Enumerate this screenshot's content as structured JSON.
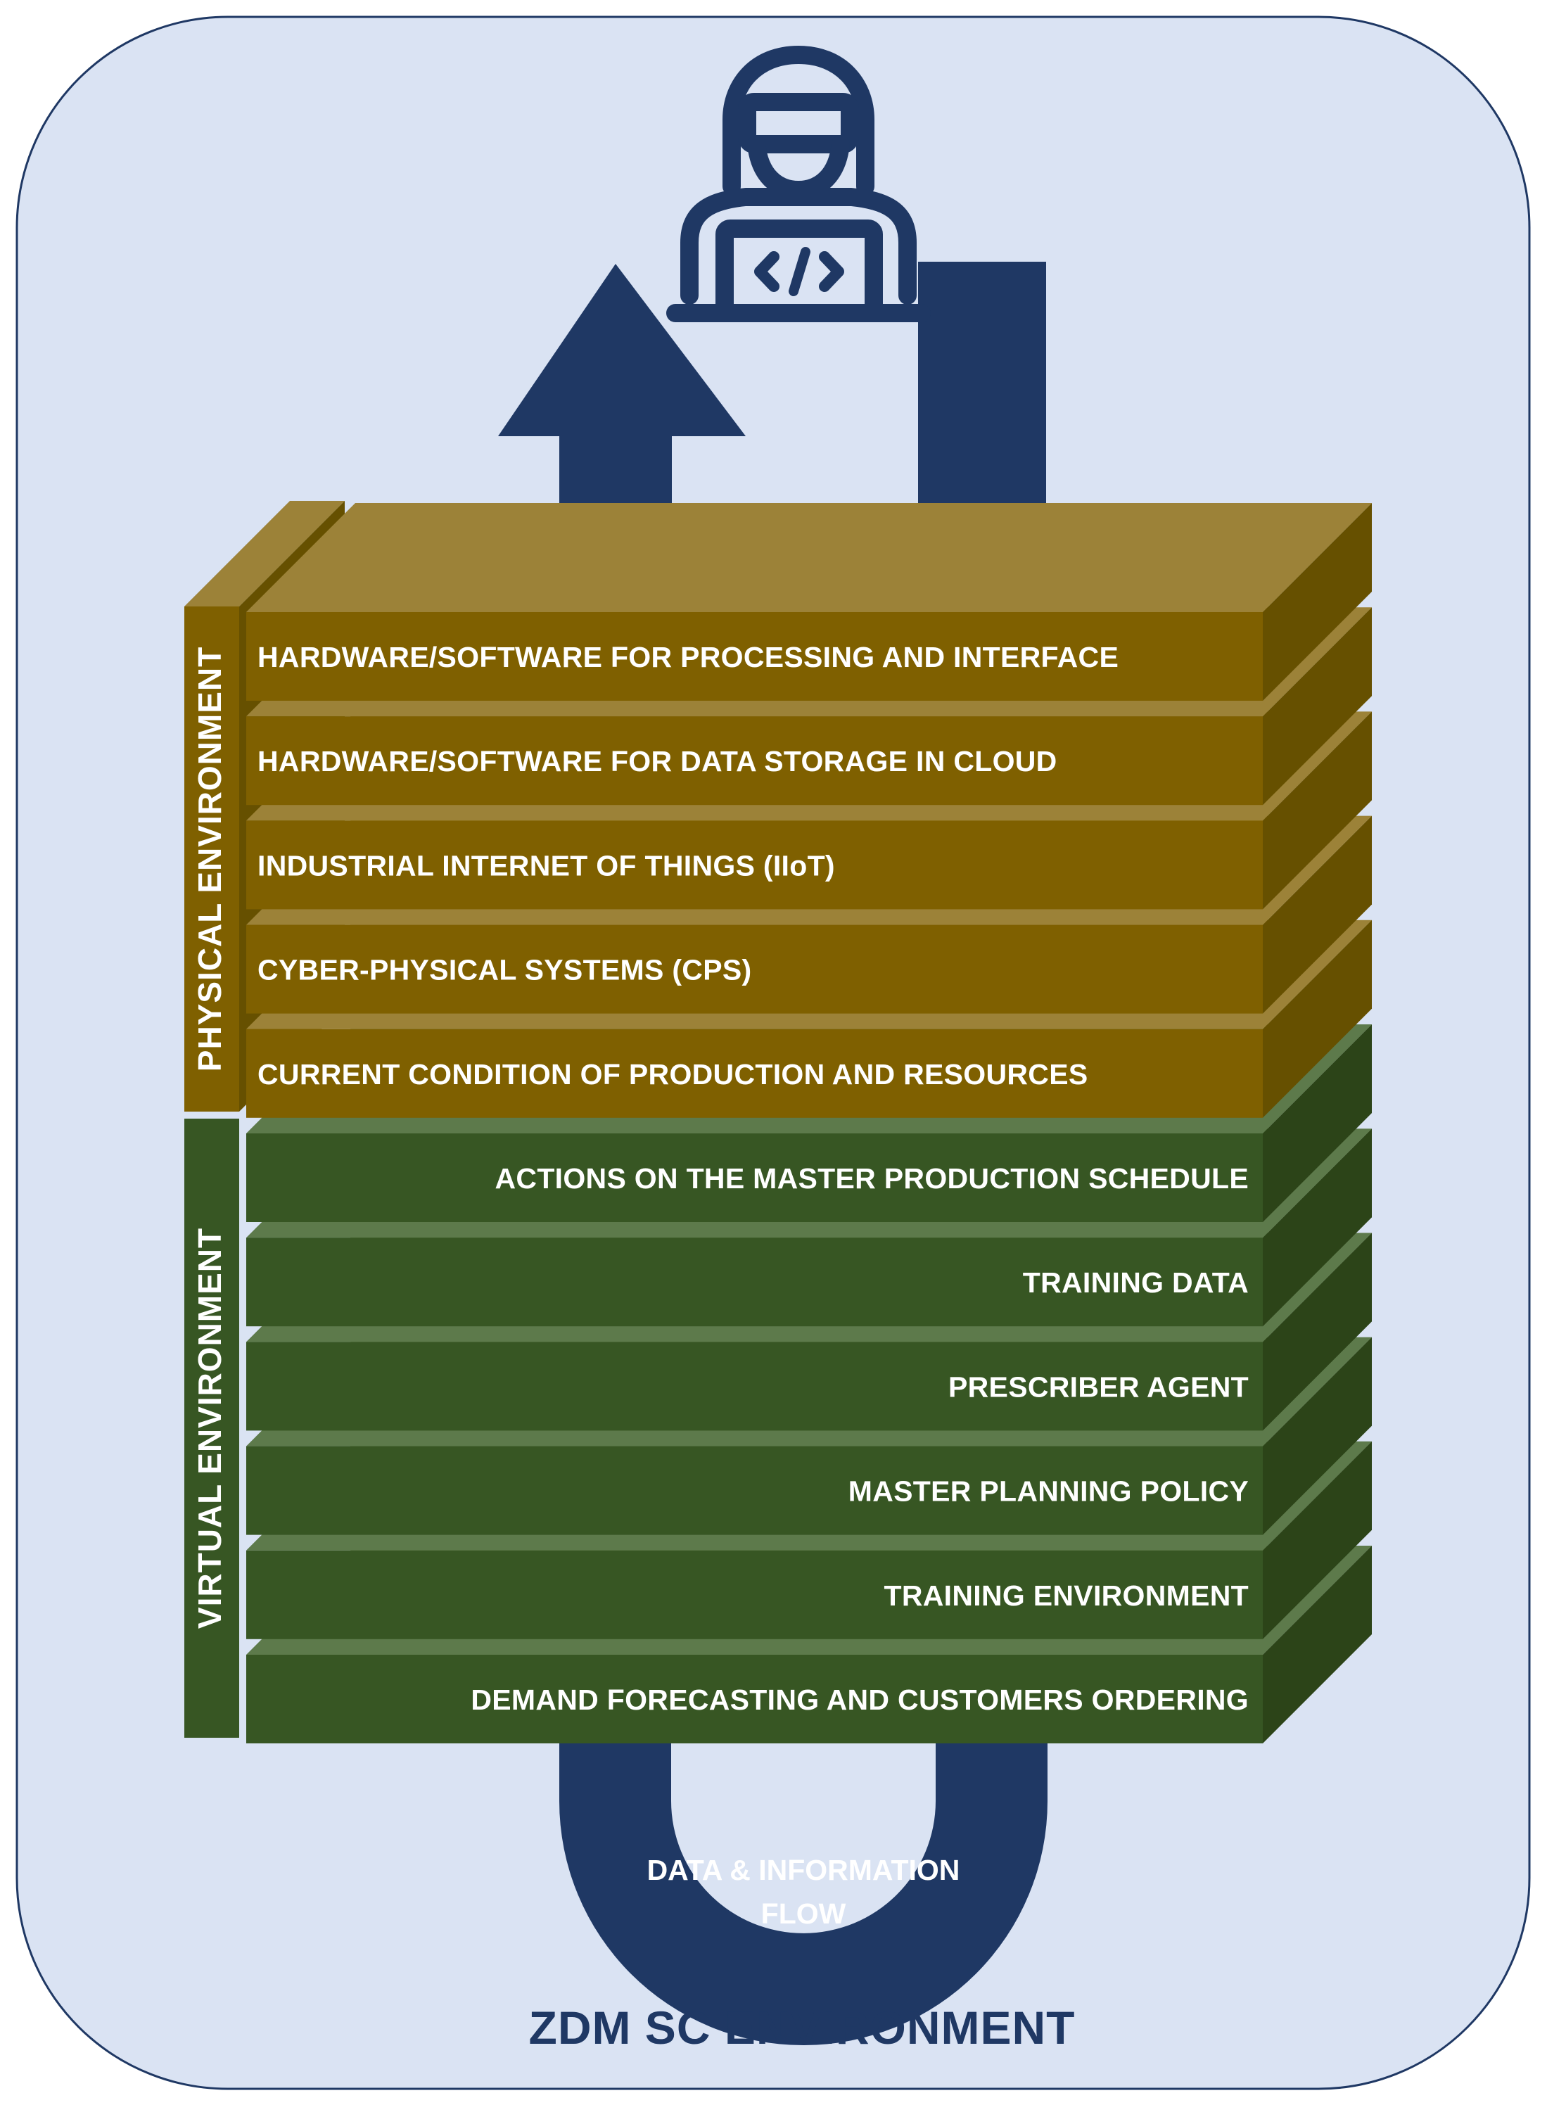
{
  "title": "ZDM SC ENVIRONMENT",
  "flow_label": [
    "DATA & INFORMATION",
    "FLOW"
  ],
  "icons": {
    "user": "developer-at-laptop-icon",
    "arrow": "up-arrow-icon"
  },
  "colors": {
    "background": "#dae3f3",
    "navy": "#1f3864",
    "physical": "#7f6000",
    "physical_top": "#9c8238",
    "physical_side": "#665000",
    "virtual": "#375623",
    "virtual_top": "#5d7a4b",
    "virtual_side": "#2c4418"
  },
  "groups": {
    "physical": {
      "label": "PHYSICAL ENVIRONMENT",
      "layers": [
        "HARDWARE/SOFTWARE FOR PROCESSING AND INTERFACE",
        "HARDWARE/SOFTWARE FOR DATA STORAGE IN CLOUD",
        "INDUSTRIAL INTERNET OF THINGS (IIoT)",
        "CYBER-PHYSICAL SYSTEMS (CPS)",
        "CURRENT CONDITION OF PRODUCTION AND RESOURCES"
      ]
    },
    "virtual": {
      "label": "VIRTUAL ENVIRONMENT",
      "layers": [
        "ACTIONS ON THE MASTER PRODUCTION SCHEDULE",
        "TRAINING DATA",
        "PRESCRIBER AGENT",
        "MASTER PLANNING POLICY",
        "TRAINING ENVIRONMENT",
        "DEMAND FORECASTING AND CUSTOMERS ORDERING"
      ]
    }
  }
}
